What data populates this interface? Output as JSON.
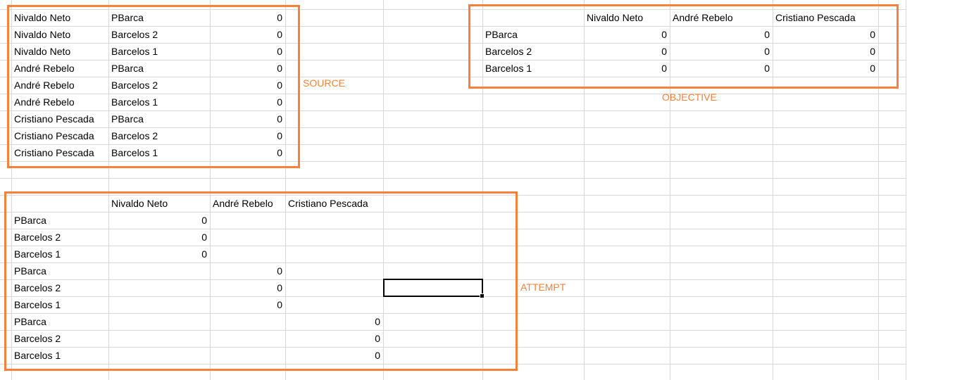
{
  "labels": {
    "source": "SOURCE",
    "objective": "OBJECTIVE",
    "attempt": "ATTEMPT"
  },
  "colors": {
    "accent": "#f5813a",
    "grid": "#d9d9d9"
  },
  "source": {
    "rows": [
      [
        "Nivaldo Neto",
        "PBarca",
        "0"
      ],
      [
        "Nivaldo Neto",
        "Barcelos 2",
        "0"
      ],
      [
        "Nivaldo Neto",
        "Barcelos 1",
        "0"
      ],
      [
        "André Rebelo",
        "PBarca",
        "0"
      ],
      [
        "André Rebelo",
        "Barcelos 2",
        "0"
      ],
      [
        "André Rebelo",
        "Barcelos 1",
        "0"
      ],
      [
        "Cristiano Pescada",
        "PBarca",
        "0"
      ],
      [
        "Cristiano Pescada",
        "Barcelos 2",
        "0"
      ],
      [
        "Cristiano Pescada",
        "Barcelos 1",
        "0"
      ]
    ]
  },
  "objective": {
    "headers": [
      "Nivaldo Neto",
      "André Rebelo",
      "Cristiano Pescada"
    ],
    "rows": [
      {
        "label": "PBarca",
        "values": [
          "0",
          "0",
          "0"
        ]
      },
      {
        "label": "Barcelos 2",
        "values": [
          "0",
          "0",
          "0"
        ]
      },
      {
        "label": "Barcelos 1",
        "values": [
          "0",
          "0",
          "0"
        ]
      }
    ]
  },
  "attempt": {
    "headers": [
      "Nivaldo Neto",
      "André Rebelo",
      "Cristiano Pescada"
    ],
    "rows": [
      {
        "label": "PBarca",
        "col": 0,
        "value": "0"
      },
      {
        "label": "Barcelos 2",
        "col": 0,
        "value": "0"
      },
      {
        "label": "Barcelos 1",
        "col": 0,
        "value": "0"
      },
      {
        "label": "PBarca",
        "col": 1,
        "value": "0"
      },
      {
        "label": "Barcelos 2",
        "col": 1,
        "value": "0"
      },
      {
        "label": "Barcelos 1",
        "col": 1,
        "value": "0"
      },
      {
        "label": "PBarca",
        "col": 2,
        "value": "0"
      },
      {
        "label": "Barcelos 2",
        "col": 2,
        "value": "0"
      },
      {
        "label": "Barcelos 1",
        "col": 2,
        "value": "0"
      }
    ]
  }
}
